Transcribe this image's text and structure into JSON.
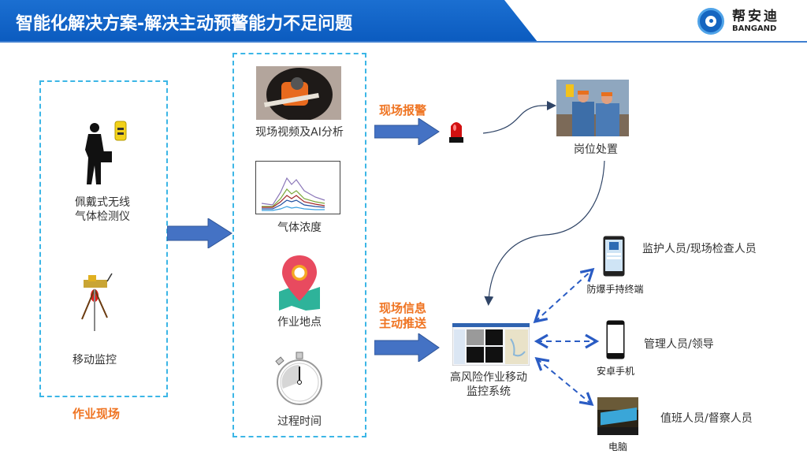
{
  "header": {
    "title": "智能化解决方案-解决主动预警能力不足问题",
    "logo_cn": "帮安迪",
    "logo_en": "BANGAND",
    "brand_color": "#0b5bbf"
  },
  "field_site": {
    "caption": "作业现场",
    "items": [
      {
        "label_line1": "佩戴式无线",
        "label_line2": "气体检测仪",
        "icon": "worker-with-gas-detector-icon"
      },
      {
        "label": "移动监控",
        "icon": "tripod-camera-icon"
      }
    ]
  },
  "data_sources": {
    "items": [
      {
        "label": "现场视频及AI分析",
        "icon": "video-analysis-photo"
      },
      {
        "label": "气体浓度",
        "icon": "gas-concentration-chart"
      },
      {
        "label": "作业地点",
        "icon": "map-pin-icon"
      },
      {
        "label": "过程时间",
        "icon": "stopwatch-icon"
      }
    ]
  },
  "flow": {
    "alarm_label": "现场报警",
    "push_label_line1": "现场信息",
    "push_label_line2": "主动推送",
    "onsite_handling": "岗位处置",
    "system_label_line1": "高风险作业移动",
    "system_label_line2": "监控系统"
  },
  "endpoints": [
    {
      "device": "防爆手持终端",
      "role": "监护人员/现场检查人员",
      "icon": "handheld-terminal-icon"
    },
    {
      "device": "安卓手机",
      "role": "管理人员/领导",
      "icon": "android-phone-icon"
    },
    {
      "device": "电脑",
      "role": "值班人员/督察人员",
      "icon": "control-room-icon"
    }
  ],
  "colors": {
    "accent_orange": "#ef7422",
    "arrow_blue": "#4472c4",
    "dash_border": "#3cb6e6",
    "dashed_arrow": "#2a5cc4"
  }
}
